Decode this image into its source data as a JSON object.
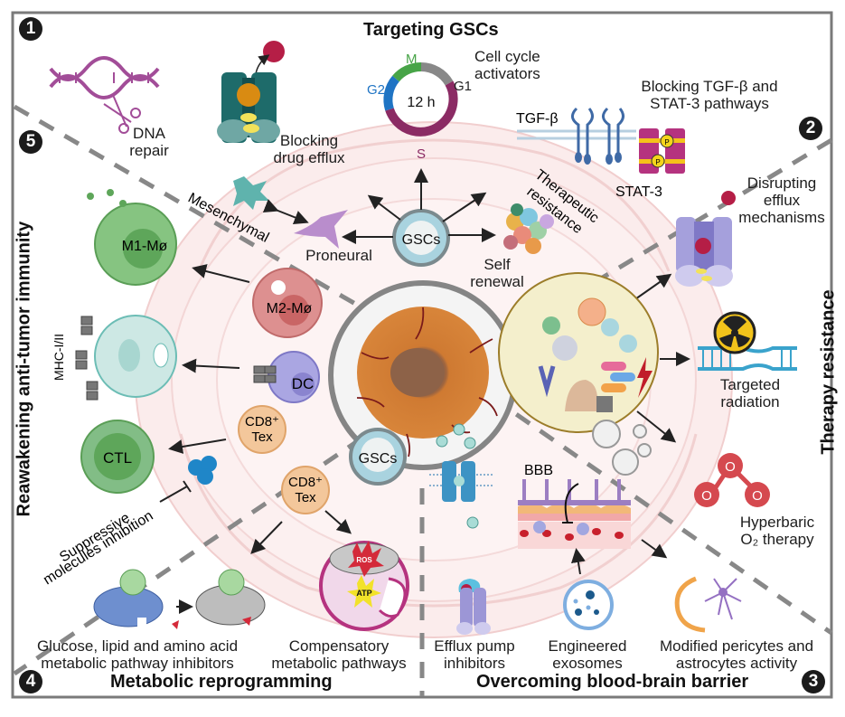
{
  "sections": {
    "s1": {
      "number": "1",
      "title": "Targeting GSCs"
    },
    "s2": {
      "number": "2",
      "title": "Therapy resistance"
    },
    "s3": {
      "number": "3",
      "title": "Overcoming blood-brain barrier"
    },
    "s4": {
      "number": "4",
      "title": "Metabolic reprogramming"
    },
    "s5": {
      "number": "5",
      "title": "Reawakening anti-tumor immunity"
    }
  },
  "targeting_gscs": {
    "dna_repair": [
      "DNA",
      "repair"
    ],
    "blocking_drug_efflux": [
      "Blocking",
      "drug efflux"
    ],
    "cell_cycle": {
      "center": "12 h",
      "phases": [
        "M",
        "G1",
        "S",
        "G2"
      ],
      "label": [
        "Cell cycle",
        "activators"
      ]
    },
    "tgf_label": "TGF-β",
    "stat3_label": "STAT-3",
    "p_label": "P",
    "blocking_tgf": [
      "Blocking TGF-β and",
      "STAT-3 pathways"
    ],
    "mesenchymal": "Mesenchymal",
    "proneural": "Proneural",
    "gscs": "GSCs",
    "therapeutic_resistance": [
      "Therapeutic",
      "resistance"
    ],
    "self_renewal": [
      "Self",
      "renewal"
    ],
    "atp": "ATP"
  },
  "therapy_resistance": {
    "disrupting_efflux": [
      "Disrupting",
      "efflux",
      "mechanisms"
    ],
    "targeted_radiation": [
      "Targeted",
      "radiation"
    ],
    "hyperbaric": [
      "Hyperbaric",
      "O₂ therapy"
    ],
    "o_label": "O"
  },
  "bbb": {
    "bbb_label": "BBB",
    "efflux_pump_inhibitors": [
      "Efflux pump",
      "inhibitors"
    ],
    "engineered_exosomes": [
      "Engineered",
      "exosomes"
    ],
    "modified_pericytes": [
      "Modified pericytes and",
      "astrocytes activity"
    ]
  },
  "metabolic": {
    "inhibitors": [
      "Glucose, lipid and amino acid",
      "metabolic pathway inhibitors"
    ],
    "compensatory": [
      "Compensatory",
      "metabolic  pathways"
    ],
    "ros": "ROS",
    "atp": "ATP",
    "cd8": "CD8⁺",
    "tex": "Tex"
  },
  "immunity": {
    "m1": "M1-Mø",
    "m2": "M2-Mø",
    "dc": "DC",
    "mhc": "MHC-I/II",
    "cd8": "CD8⁺",
    "tex": "Tex",
    "ctl": "CTL",
    "suppressive": [
      "Suppressive",
      "molecules inhibition"
    ]
  },
  "center": {
    "gscs_lower": "GSCs"
  },
  "colors": {
    "border": "#7a7a7a",
    "dash": "#8a8a8a",
    "brain": "#f7dede",
    "tumor": "#d07a2c",
    "gsc": "#a9d3df",
    "m1": "#7fbf7a",
    "m2": "#d98a8a",
    "dc": "#a9a6e0",
    "cd8": "#f3c79b",
    "ctl": "#6fae74",
    "stat3": "#b5337f",
    "pump_teal": "#1e6b6a",
    "pump_purple": "#9d97d6",
    "oxygen": "#d5494f"
  }
}
